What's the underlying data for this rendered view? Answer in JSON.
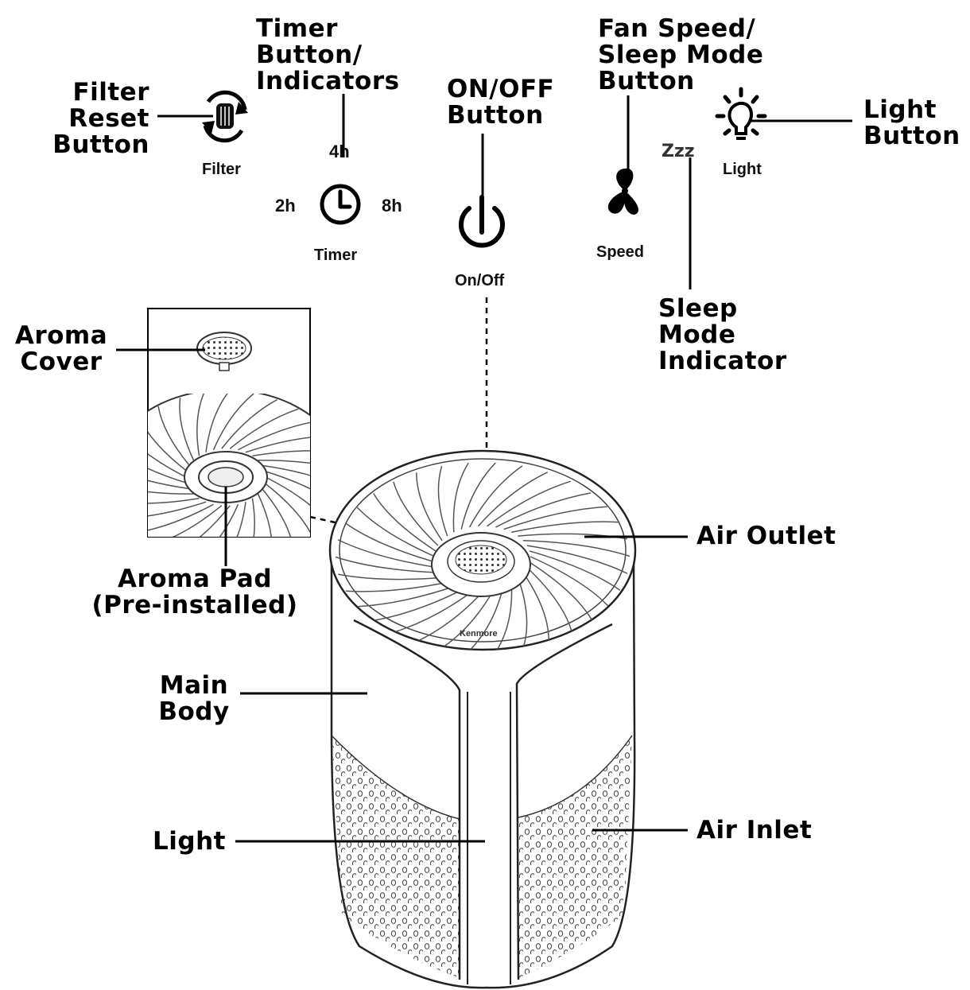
{
  "callouts": {
    "filter_reset": "Filter\nReset\nButton",
    "timer": "Timer\nButton/\nIndicators",
    "onoff": "ON/OFF\nButton",
    "fan_speed": "Fan Speed/\nSleep Mode\nButton",
    "light_button": "Light\nButton",
    "sleep_mode": "Sleep\nMode\nIndicator",
    "aroma_cover": "Aroma\nCover",
    "aroma_pad": "Aroma Pad\n(Pre-installed)",
    "air_outlet": "Air Outlet",
    "main_body": "Main\nBody",
    "light": "Light",
    "air_inlet": "Air Inlet"
  },
  "controls": {
    "filter": "Filter",
    "timer": "Timer",
    "timer_4h": "4h",
    "timer_2h": "2h",
    "timer_8h": "8h",
    "onoff": "On/Off",
    "speed": "Speed",
    "zzz": "Zzz",
    "light": "Light"
  },
  "product_brand": "Kenmore",
  "icons": [
    "filter-reset-icon",
    "clock-icon",
    "power-icon",
    "fan-icon",
    "lightbulb-icon"
  ],
  "colors": {
    "ink": "#000000",
    "background": "#ffffff",
    "line_art": "#222222"
  }
}
